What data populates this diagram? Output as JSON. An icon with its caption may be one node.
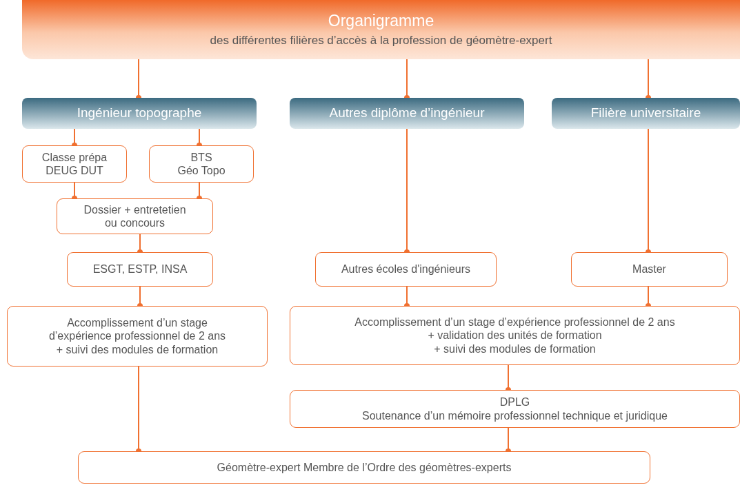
{
  "diagram": {
    "nodes": [
      {
        "text": [
          "Organigramme",
          "des différentes filières d’accès à la profession de géomètre-expert"
        ]
      },
      {
        "text": [
          "Ingénieur topographe"
        ]
      },
      {
        "text": [
          "Autres diplôme d’ingénieur"
        ]
      },
      {
        "text": [
          "Filière universitaire"
        ]
      },
      {
        "text": [
          "Classe prépa DEUG DUT"
        ]
      },
      {
        "text": [
          "BTS",
          "Géo Topo"
        ]
      },
      {
        "text": [
          "Dossier + entretetien ou concours"
        ]
      },
      {
        "text": [
          "ESGT, ESTP, INSA"
        ]
      },
      {
        "text": [
          "Autres écoles d'ingénieurs"
        ]
      },
      {
        "text": [
          "Master"
        ]
      },
      {
        "text": [
          "Accomplissement d’un stage d’expérience professionnel de 2 ans",
          "+ suivi des modules de formation"
        ]
      },
      {
        "text": [
          "Accomplissement d’un stage d’expérience professionnel de 2 ans",
          "+ validation des unités de formation",
          "+ suivi des modules de formation"
        ]
      },
      {
        "text": [
          "DPLG",
          "Soutenance d’un mémoire professionnel technique et juridique"
        ]
      },
      {
        "text": [
          "Géomètre-expert Membre de l’Ordre des géomètres-experts"
        ]
      }
    ],
    "edges": [
      {
        "from": 0,
        "to": 1,
        "arrow": "other"
      },
      {
        "from": 0,
        "to": 2,
        "arrow": "other"
      },
      {
        "from": 0,
        "to": 3,
        "arrow": "other"
      },
      {
        "from": 1,
        "to": 4,
        "arrow": "other"
      },
      {
        "from": 1,
        "to": 5,
        "arrow": "other"
      },
      {
        "from": 4,
        "to": 6,
        "arrow": "other"
      },
      {
        "from": 5,
        "to": 6,
        "arrow": "other"
      },
      {
        "from": 6,
        "to": 7,
        "arrow": "other"
      },
      {
        "from": 7,
        "to": 10,
        "arrow": "other"
      },
      {
        "from": 2,
        "to": 8,
        "arrow": "other"
      },
      {
        "from": 3,
        "to": 9,
        "arrow": "other"
      },
      {
        "from": 8,
        "to": 11,
        "arrow": "other"
      },
      {
        "from": 9,
        "to": 11,
        "arrow": "other"
      },
      {
        "from": 11,
        "to": 12,
        "arrow": "other"
      },
      {
        "from": 10,
        "to": 13,
        "arrow": "other"
      },
      {
        "from": 12,
        "to": 13,
        "arrow": "other"
      }
    ]
  }
}
